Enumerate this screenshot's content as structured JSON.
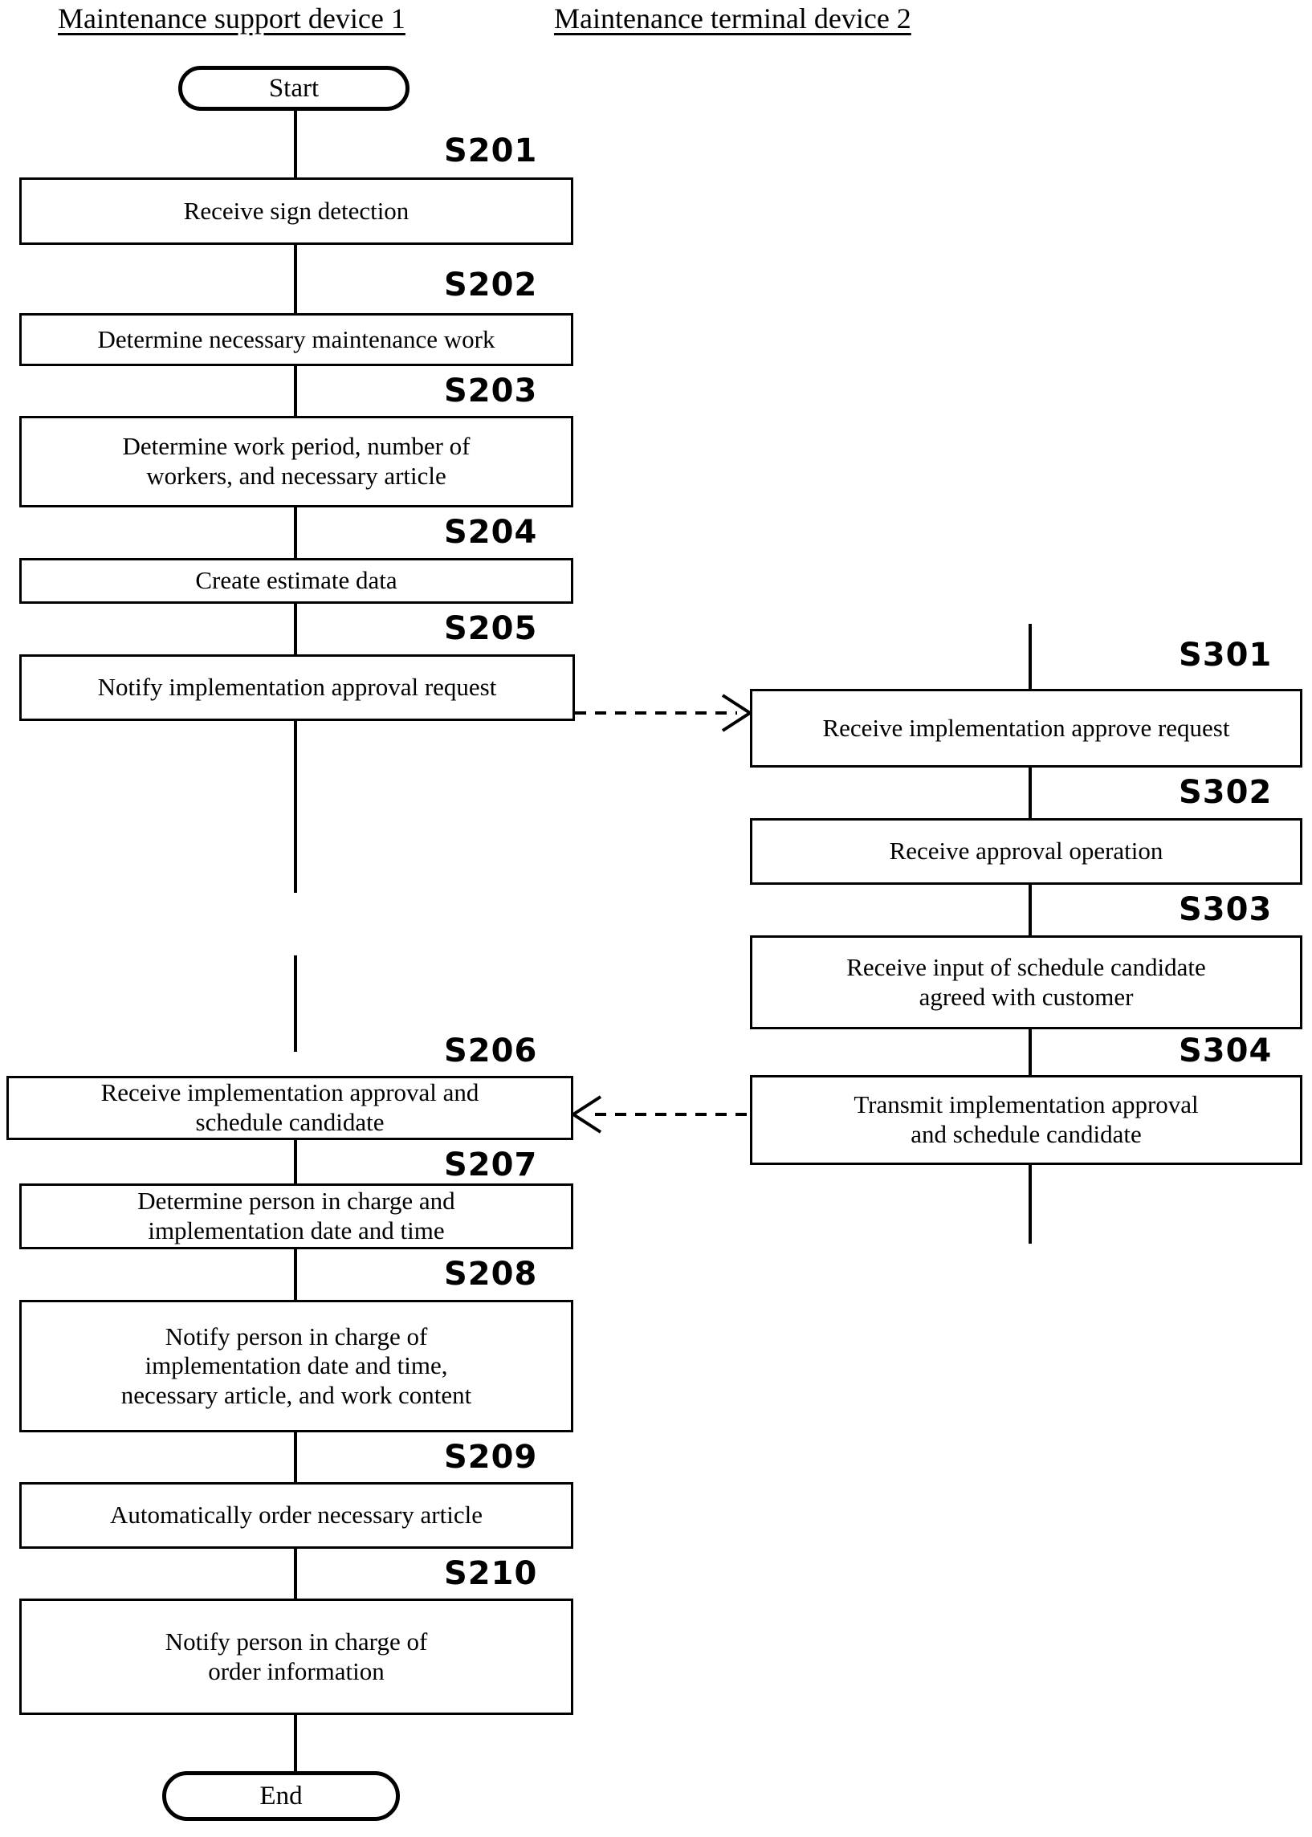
{
  "figure": {
    "type": "flowchart",
    "lanes": [
      {
        "id": "lane-left",
        "title": "Maintenance support device 1"
      },
      {
        "id": "lane-right",
        "title": "Maintenance terminal device 2"
      }
    ],
    "terminators": {
      "start": "Start",
      "end": "End"
    },
    "left_steps": [
      {
        "id": "S201",
        "text": "Receive sign detection"
      },
      {
        "id": "S202",
        "text": "Determine necessary maintenance work"
      },
      {
        "id": "S203",
        "text": "Determine work period, number of\nworkers, and necessary article"
      },
      {
        "id": "S204",
        "text": "Create estimate data"
      },
      {
        "id": "S205",
        "text": "Notify implementation approval request"
      },
      {
        "id": "S206",
        "text": "Receive implementation approval and\nschedule candidate"
      },
      {
        "id": "S207",
        "text": "Determine person in charge and\nimplementation date and time"
      },
      {
        "id": "S208",
        "text": "Notify person in charge of\nimplementation date and time,\nnecessary article, and work content"
      },
      {
        "id": "S209",
        "text": "Automatically order necessary article"
      },
      {
        "id": "S210",
        "text": "Notify person in charge of\norder information"
      }
    ],
    "right_steps": [
      {
        "id": "S301",
        "text": "Receive implementation approve request"
      },
      {
        "id": "S302",
        "text": "Receive approval operation"
      },
      {
        "id": "S303",
        "text": "Receive input of schedule candidate\nagreed with customer"
      },
      {
        "id": "S304",
        "text": "Transmit implementation approval\nand schedule candidate"
      }
    ],
    "cross_arrows": [
      {
        "from": "S205",
        "to": "S301",
        "style": "dashed",
        "direction": "right"
      },
      {
        "from": "S304",
        "to": "S206",
        "style": "dashed",
        "direction": "left"
      }
    ],
    "colors": {
      "line": "#000000",
      "box_fill": "#ffffff",
      "page_background": "#ffffff"
    }
  }
}
